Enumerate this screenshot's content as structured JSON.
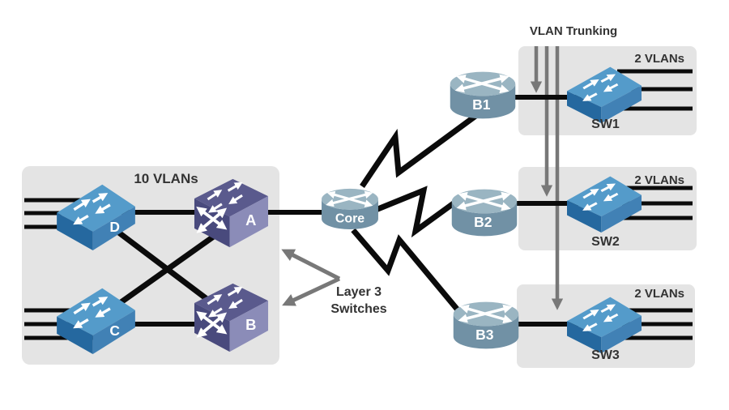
{
  "diagram_title": "VLAN trunking network topology",
  "colors": {
    "background": "#ffffff",
    "group_box": "#e4e4e4",
    "link": "#0b0b0b",
    "annotation_gray": "#787878",
    "text": "#333333",
    "l2_switch_top": "#549bca",
    "l2_switch_front": "#25689f",
    "l2_switch_side": "#4181b5",
    "l3_switch_top": "#5a5a8d",
    "l3_switch_front": "#494a7d",
    "l3_switch_side": "#8b8cb8",
    "router_top": "#9ab5c2",
    "router_body": "#7191a5"
  },
  "annotations": {
    "vlan_trunking": "VLAN Trunking",
    "layer3_line1": "Layer 3",
    "layer3_line2": "Switches"
  },
  "left_group": {
    "label": "10 VLANs",
    "switch_d": "D",
    "switch_a": "A",
    "switch_c": "C",
    "switch_b": "B"
  },
  "core": {
    "label": "Core"
  },
  "routers": {
    "b1": "B1",
    "b2": "B2",
    "b3": "B3"
  },
  "access_groups": [
    {
      "vlans": "2 VLANs",
      "switch": "SW1"
    },
    {
      "vlans": "2 VLANs",
      "switch": "SW2"
    },
    {
      "vlans": "2 VLANs",
      "switch": "SW3"
    }
  ]
}
